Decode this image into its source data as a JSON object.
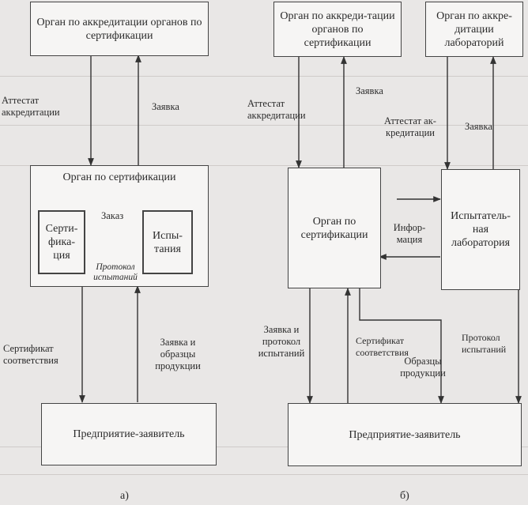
{
  "diagram_a": {
    "boxes": {
      "accreditation_body": "Орган по аккредитации органов по сертификации",
      "certification_body": "Орган по сертификации",
      "certification_unit": "Серти-фика-ция",
      "testing_unit": "Испы-тания",
      "applicant": "Предприятие-заявитель"
    },
    "labels": {
      "accreditation_certificate": "Аттестат аккредитации",
      "application": "Заявка",
      "order": "Заказ",
      "test_report": "Протокол испытаний",
      "conformity_certificate": "Сертификат соответствия",
      "application_and_samples": "Заявка и образцы продукции"
    },
    "caption": "а)"
  },
  "diagram_b": {
    "boxes": {
      "accreditation_body_cert": "Орган по аккреди-тации органов по сертификации",
      "accreditation_body_lab": "Орган по аккре-дитации лабораторий",
      "certification_body": "Орган по сертификации",
      "testing_laboratory": "Испытатель-ная лаборатория",
      "applicant": "Предприятие-заявитель"
    },
    "labels": {
      "application_top": "Заявка",
      "accreditation_certificate_cert": "Аттестат аккредитации",
      "accreditation_certificate_lab": "Аттестат ак-кредитации",
      "application_lab": "Заявка",
      "information": "Инфор-мация",
      "application_and_report": "Заявка и протокол испытаний",
      "conformity_certificate": "Сертификат соответствия",
      "samples": "Образцы продукции",
      "test_report": "Протокол испытаний"
    },
    "caption": "б)"
  }
}
